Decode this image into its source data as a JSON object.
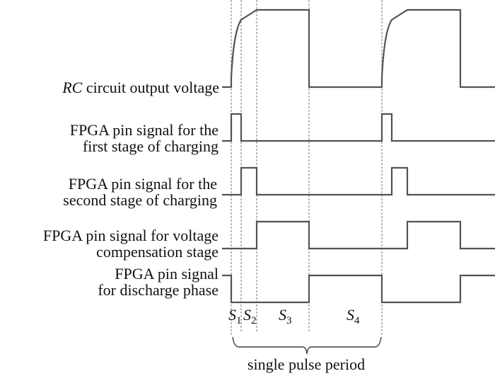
{
  "diagram": {
    "type": "timing-diagram",
    "signals": [
      {
        "id": "rc",
        "label_italic": "RC",
        "label_rest": " circuit output voltage",
        "lines": []
      },
      {
        "id": "s1",
        "lines": [
          "FPGA pin signal for the",
          "first stage of charging"
        ]
      },
      {
        "id": "s2",
        "lines": [
          "FPGA pin signal for the",
          "second stage of charging"
        ]
      },
      {
        "id": "comp",
        "lines": [
          "FPGA pin signal for voltage",
          "compensation stage"
        ]
      },
      {
        "id": "dis",
        "lines": [
          "FPGA pin signal",
          "for discharge phase"
        ]
      }
    ],
    "segments": [
      {
        "label": "S",
        "sub": "1"
      },
      {
        "label": "S",
        "sub": "2"
      },
      {
        "label": "S",
        "sub": "3"
      },
      {
        "label": "S",
        "sub": "4"
      }
    ],
    "brace_label": "single pulse period"
  }
}
